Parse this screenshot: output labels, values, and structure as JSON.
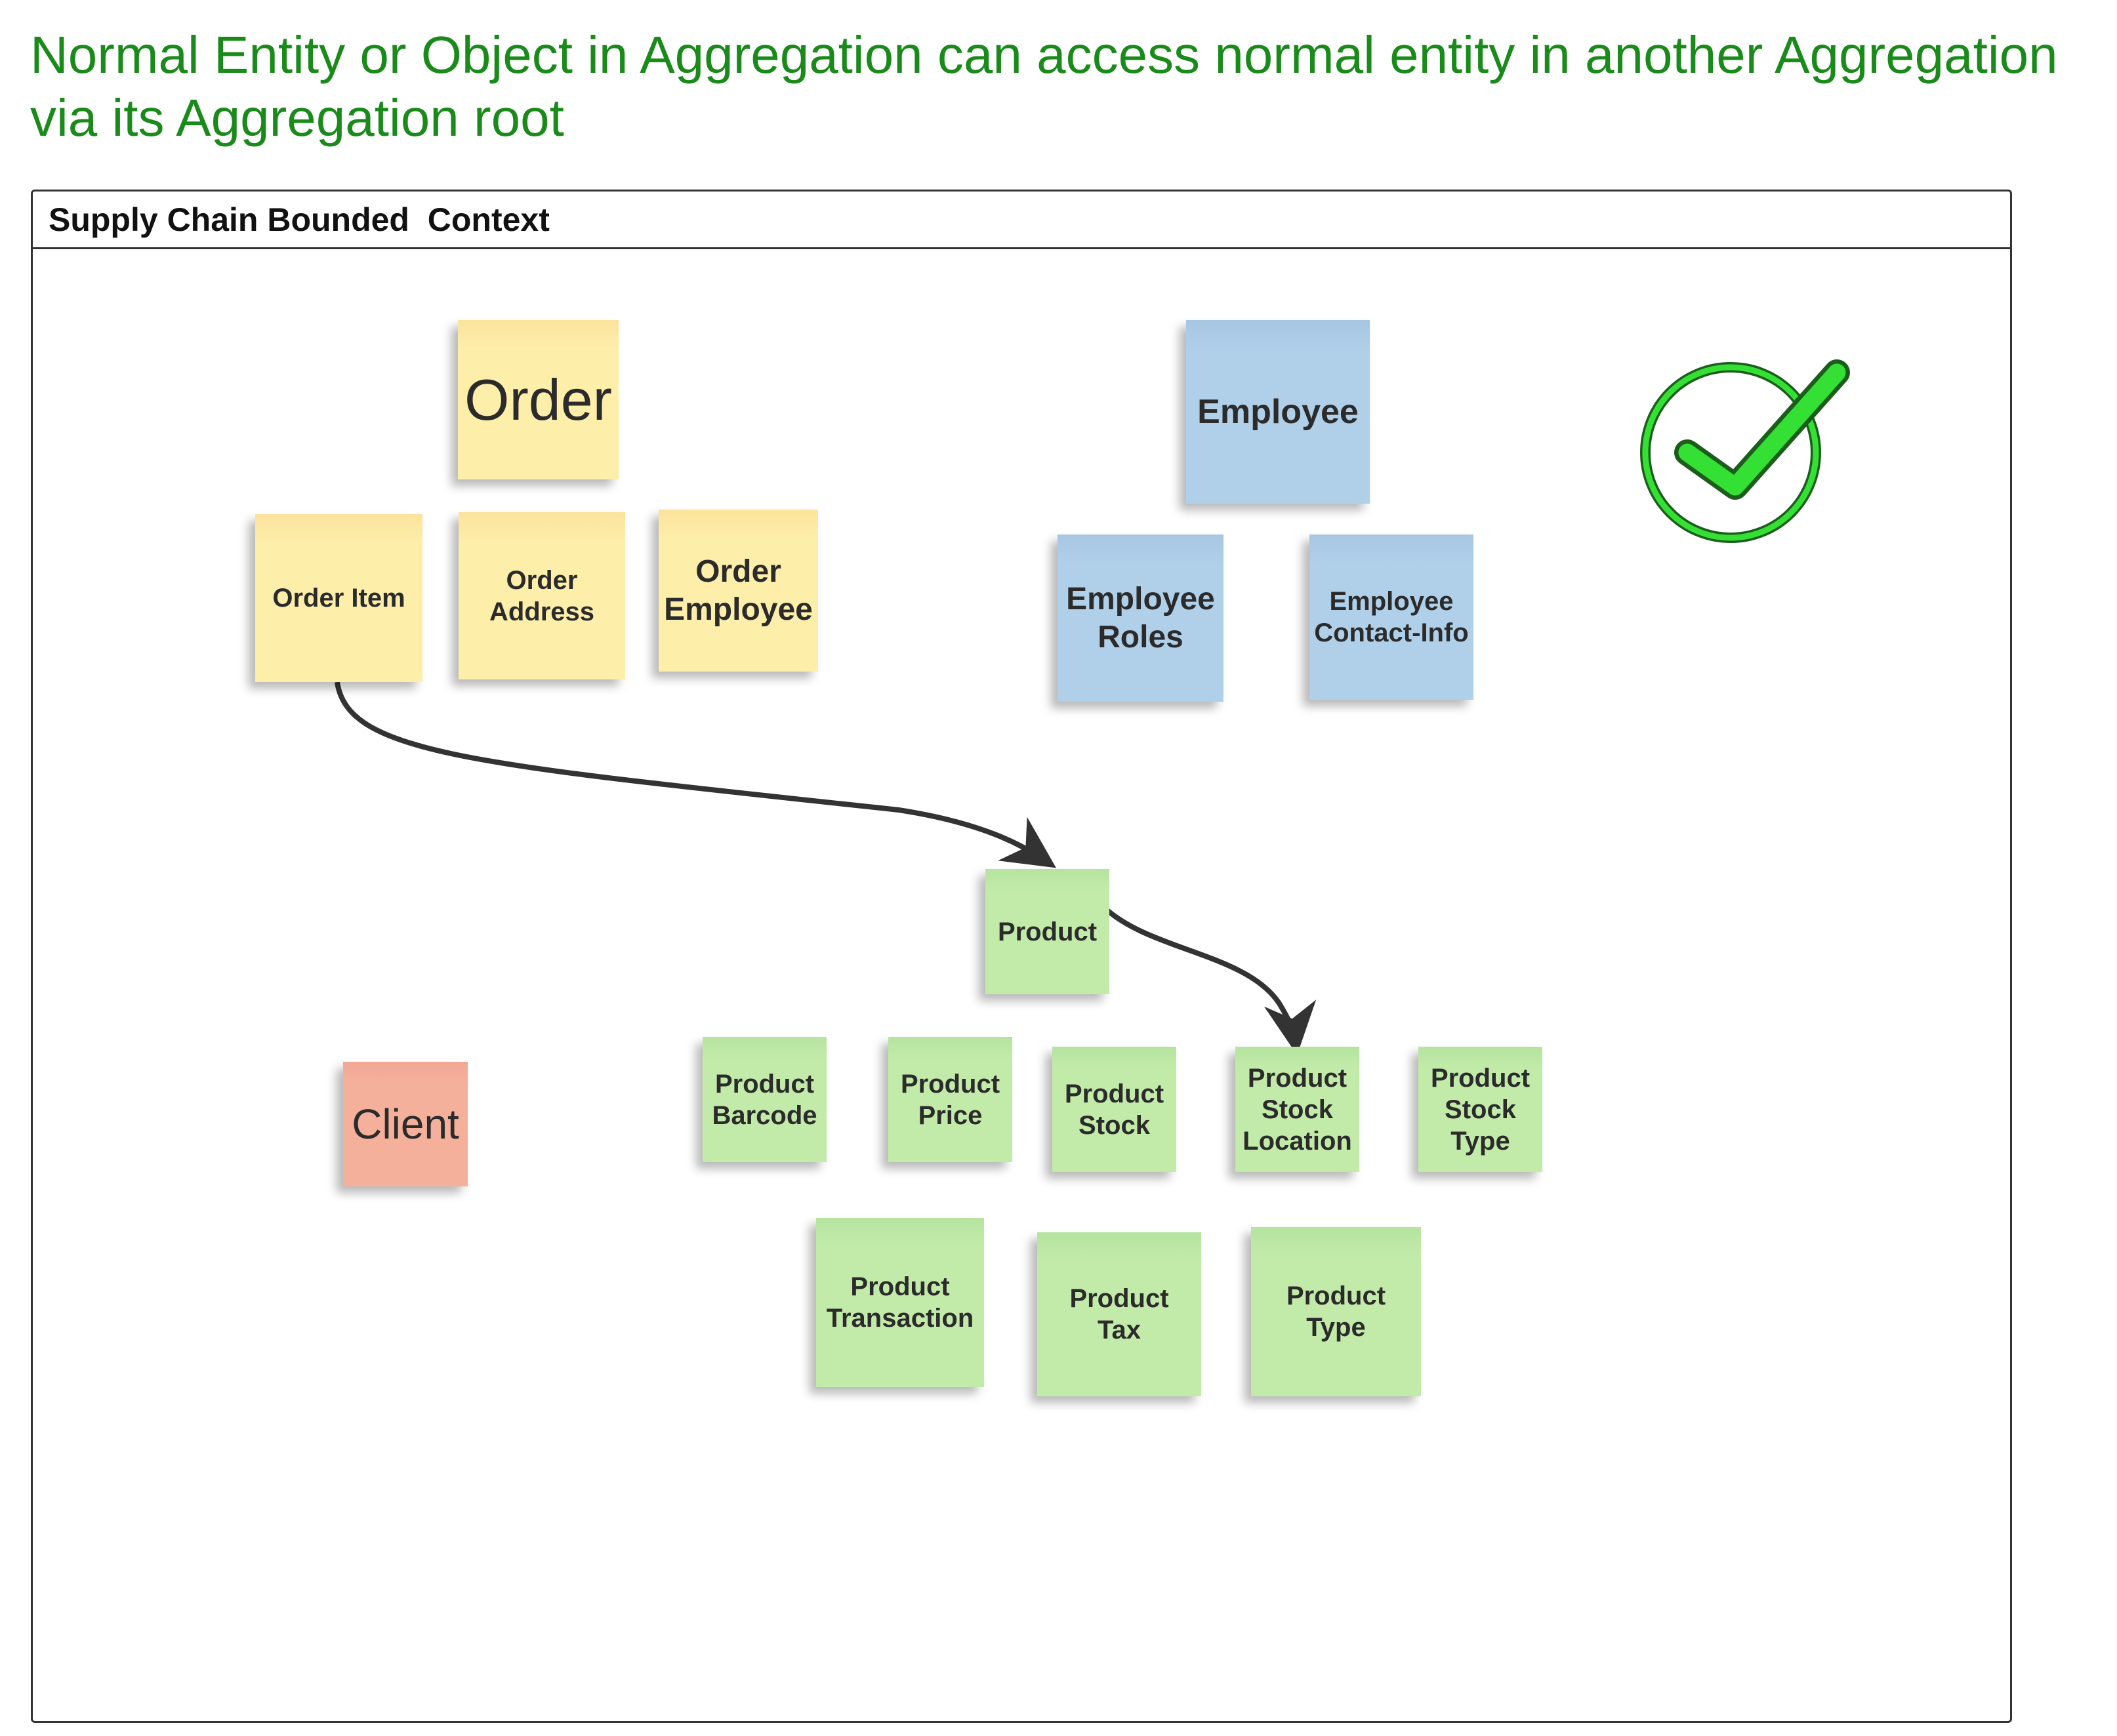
{
  "title": "Normal Entity or Object in Aggregation can access normal entity in another Aggregation via its Aggregation root",
  "bounded_context": {
    "label": "Supply Chain Bounded  Context"
  },
  "order_aggregate": {
    "root": "Order",
    "entities": [
      "Order Item",
      "Order\nAddress",
      "Order\nEmployee"
    ]
  },
  "employee_aggregate": {
    "root": "Employee",
    "entities": [
      "Employee\nRoles",
      "Employee\nContact-Info"
    ]
  },
  "product_aggregate": {
    "root": "Product",
    "entities": [
      "Product\nBarcode",
      "Product\nPrice",
      "Product\nStock",
      "Product\nStock\nLocation",
      "Product\nStock\nType",
      "Product\nTransaction",
      "Product\nTax",
      "Product\nType"
    ]
  },
  "client": {
    "label": "Client"
  },
  "connections": [
    {
      "from": "Order Item",
      "to": "Product"
    },
    {
      "from": "Product",
      "to": "Product\nStock\nLocation"
    }
  ],
  "colors": {
    "title": "#1a8a1a",
    "order": "#fdeeaa",
    "employee": "#b0d0ea",
    "product": "#c2eba9",
    "client": "#f5b09b",
    "check": "#22dd22"
  },
  "status_icon": "check-circle-icon"
}
